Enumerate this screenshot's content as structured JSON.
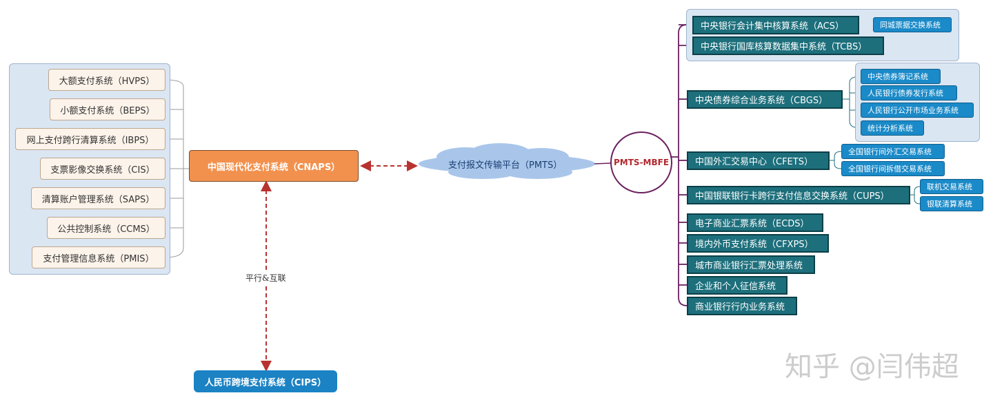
{
  "cnaps": {
    "label": "中国现代化支付系统（CNAPS）"
  },
  "cips": {
    "label": "人民币跨境支付系统（CIPS）"
  },
  "pmts": {
    "label": "支付报文传输平台（PMTS）"
  },
  "hub": {
    "label": "PMTS-MBFE"
  },
  "relation_label": "平行&互联",
  "left_systems": [
    "大额支付系统（HVPS）",
    "小额支付系统（BEPS）",
    "网上支付跨行清算系统（IBPS）",
    "支票影像交换系统（CIS）",
    "清算账户管理系统（SAPS）",
    "公共控制系统（CCMS）",
    "支付管理信息系统（PMIS）"
  ],
  "right_systems": [
    "中央银行会计集中核算系统（ACS）",
    "中央银行国库核算数据集中系统（TCBS）",
    "中央债券综合业务系统（CBGS）",
    "中国外汇交易中心（CFETS）",
    "中国银联银行卡跨行支付信息交换系统（CUPS）",
    "电子商业汇票系统（ECDS）",
    "境内外币支付系统（CFXPS）",
    "城市商业银行汇票处理系统",
    "企业和个人征信系统",
    "商业银行行内业务系统"
  ],
  "sub_systems": {
    "acs": [
      "同城票据交换系统"
    ],
    "cbgs": [
      "中央债券簿记系统",
      "人民银行债券发行系统",
      "人民银行公开市场业务系统",
      "统计分析系统"
    ],
    "cfets": [
      "全国银行间外汇交易系统",
      "全国银行间拆借交易系统"
    ],
    "cups": [
      "联机交易系统",
      "银联清算系统"
    ]
  },
  "watermark": "知乎 @闫伟超",
  "colors": {
    "left_node_fill": "#fcf3ea",
    "cnaps_fill": "#f2914e",
    "cips_fill": "#1b82c4",
    "right_node_fill": "#1d6f7c",
    "sub_node_fill": "#1a8ac8",
    "panel_fill": "#dbe6f3",
    "connector_purple": "#6b1f5f",
    "arrow_red": "#b8322f",
    "cloud_fill": "#a9c6ea"
  }
}
